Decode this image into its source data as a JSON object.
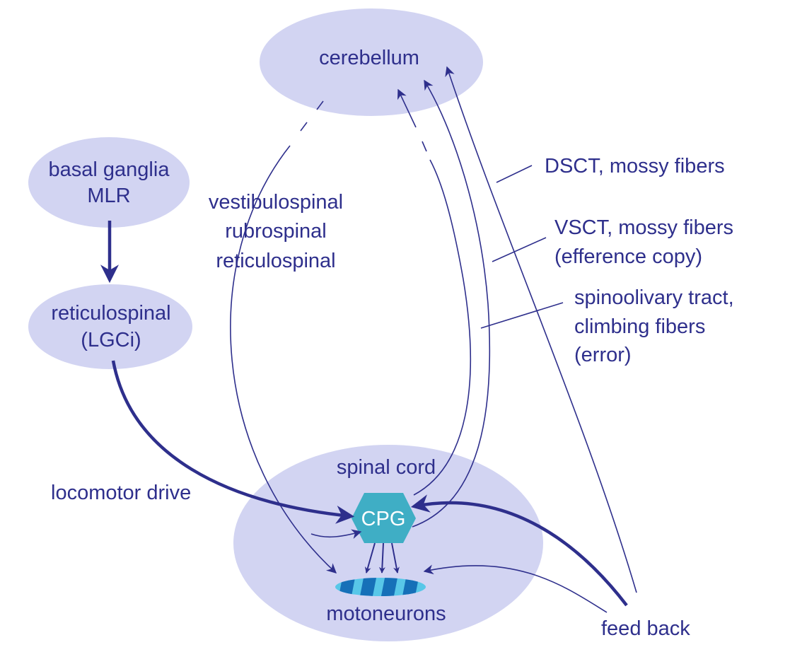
{
  "colors": {
    "node_fill": "#d2d4f2",
    "line": "#2e2f8c",
    "text": "#2e2f8c",
    "cpg_fill": "#3faec5",
    "motoneuron_light": "#58c7e8",
    "motoneuron_dark": "#1670b8"
  },
  "nodes": {
    "cerebellum": "cerebellum",
    "basal_ganglia": [
      "basal ganglia",
      "MLR"
    ],
    "reticulospinal": [
      "reticulospinal",
      "(LGCi)"
    ],
    "spinal_cord": "spinal cord",
    "cpg": "CPG",
    "motoneurons": "motoneurons"
  },
  "labels": {
    "descending": [
      "vestibulospinal",
      "rubrospinal",
      "reticulospinal"
    ],
    "dsct": "DSCT, mossy fibers",
    "vsct": [
      "VSCT, mossy fibers",
      "(efference copy)"
    ],
    "spinoolivary": [
      "spinoolivary tract,",
      "climbing fibers",
      "(error)"
    ],
    "locomotor_drive": "locomotor drive",
    "feed_back": "feed back"
  }
}
